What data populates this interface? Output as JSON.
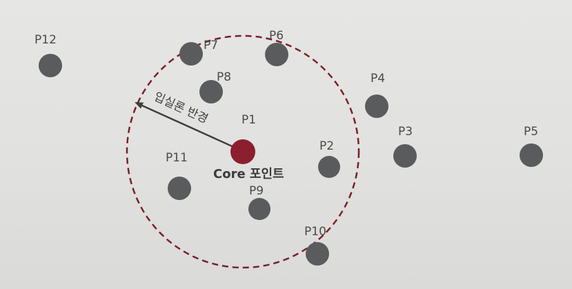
{
  "diagram": {
    "colors": {
      "neighbor_point": "#5a5b5d",
      "core_point": "#8c1f2e",
      "circle_border": "#7a1f2a",
      "arrow": "#3f3f3f",
      "label": "#4a4a4a"
    },
    "core": {
      "id": "P1",
      "label": "Core 포인트"
    },
    "radius_label": "입실론 반경",
    "points": [
      {
        "id": "P1"
      },
      {
        "id": "P2"
      },
      {
        "id": "P3"
      },
      {
        "id": "P4"
      },
      {
        "id": "P5"
      },
      {
        "id": "P6"
      },
      {
        "id": "P7"
      },
      {
        "id": "P8"
      },
      {
        "id": "P9"
      },
      {
        "id": "P10"
      },
      {
        "id": "P11"
      },
      {
        "id": "P12"
      }
    ]
  }
}
